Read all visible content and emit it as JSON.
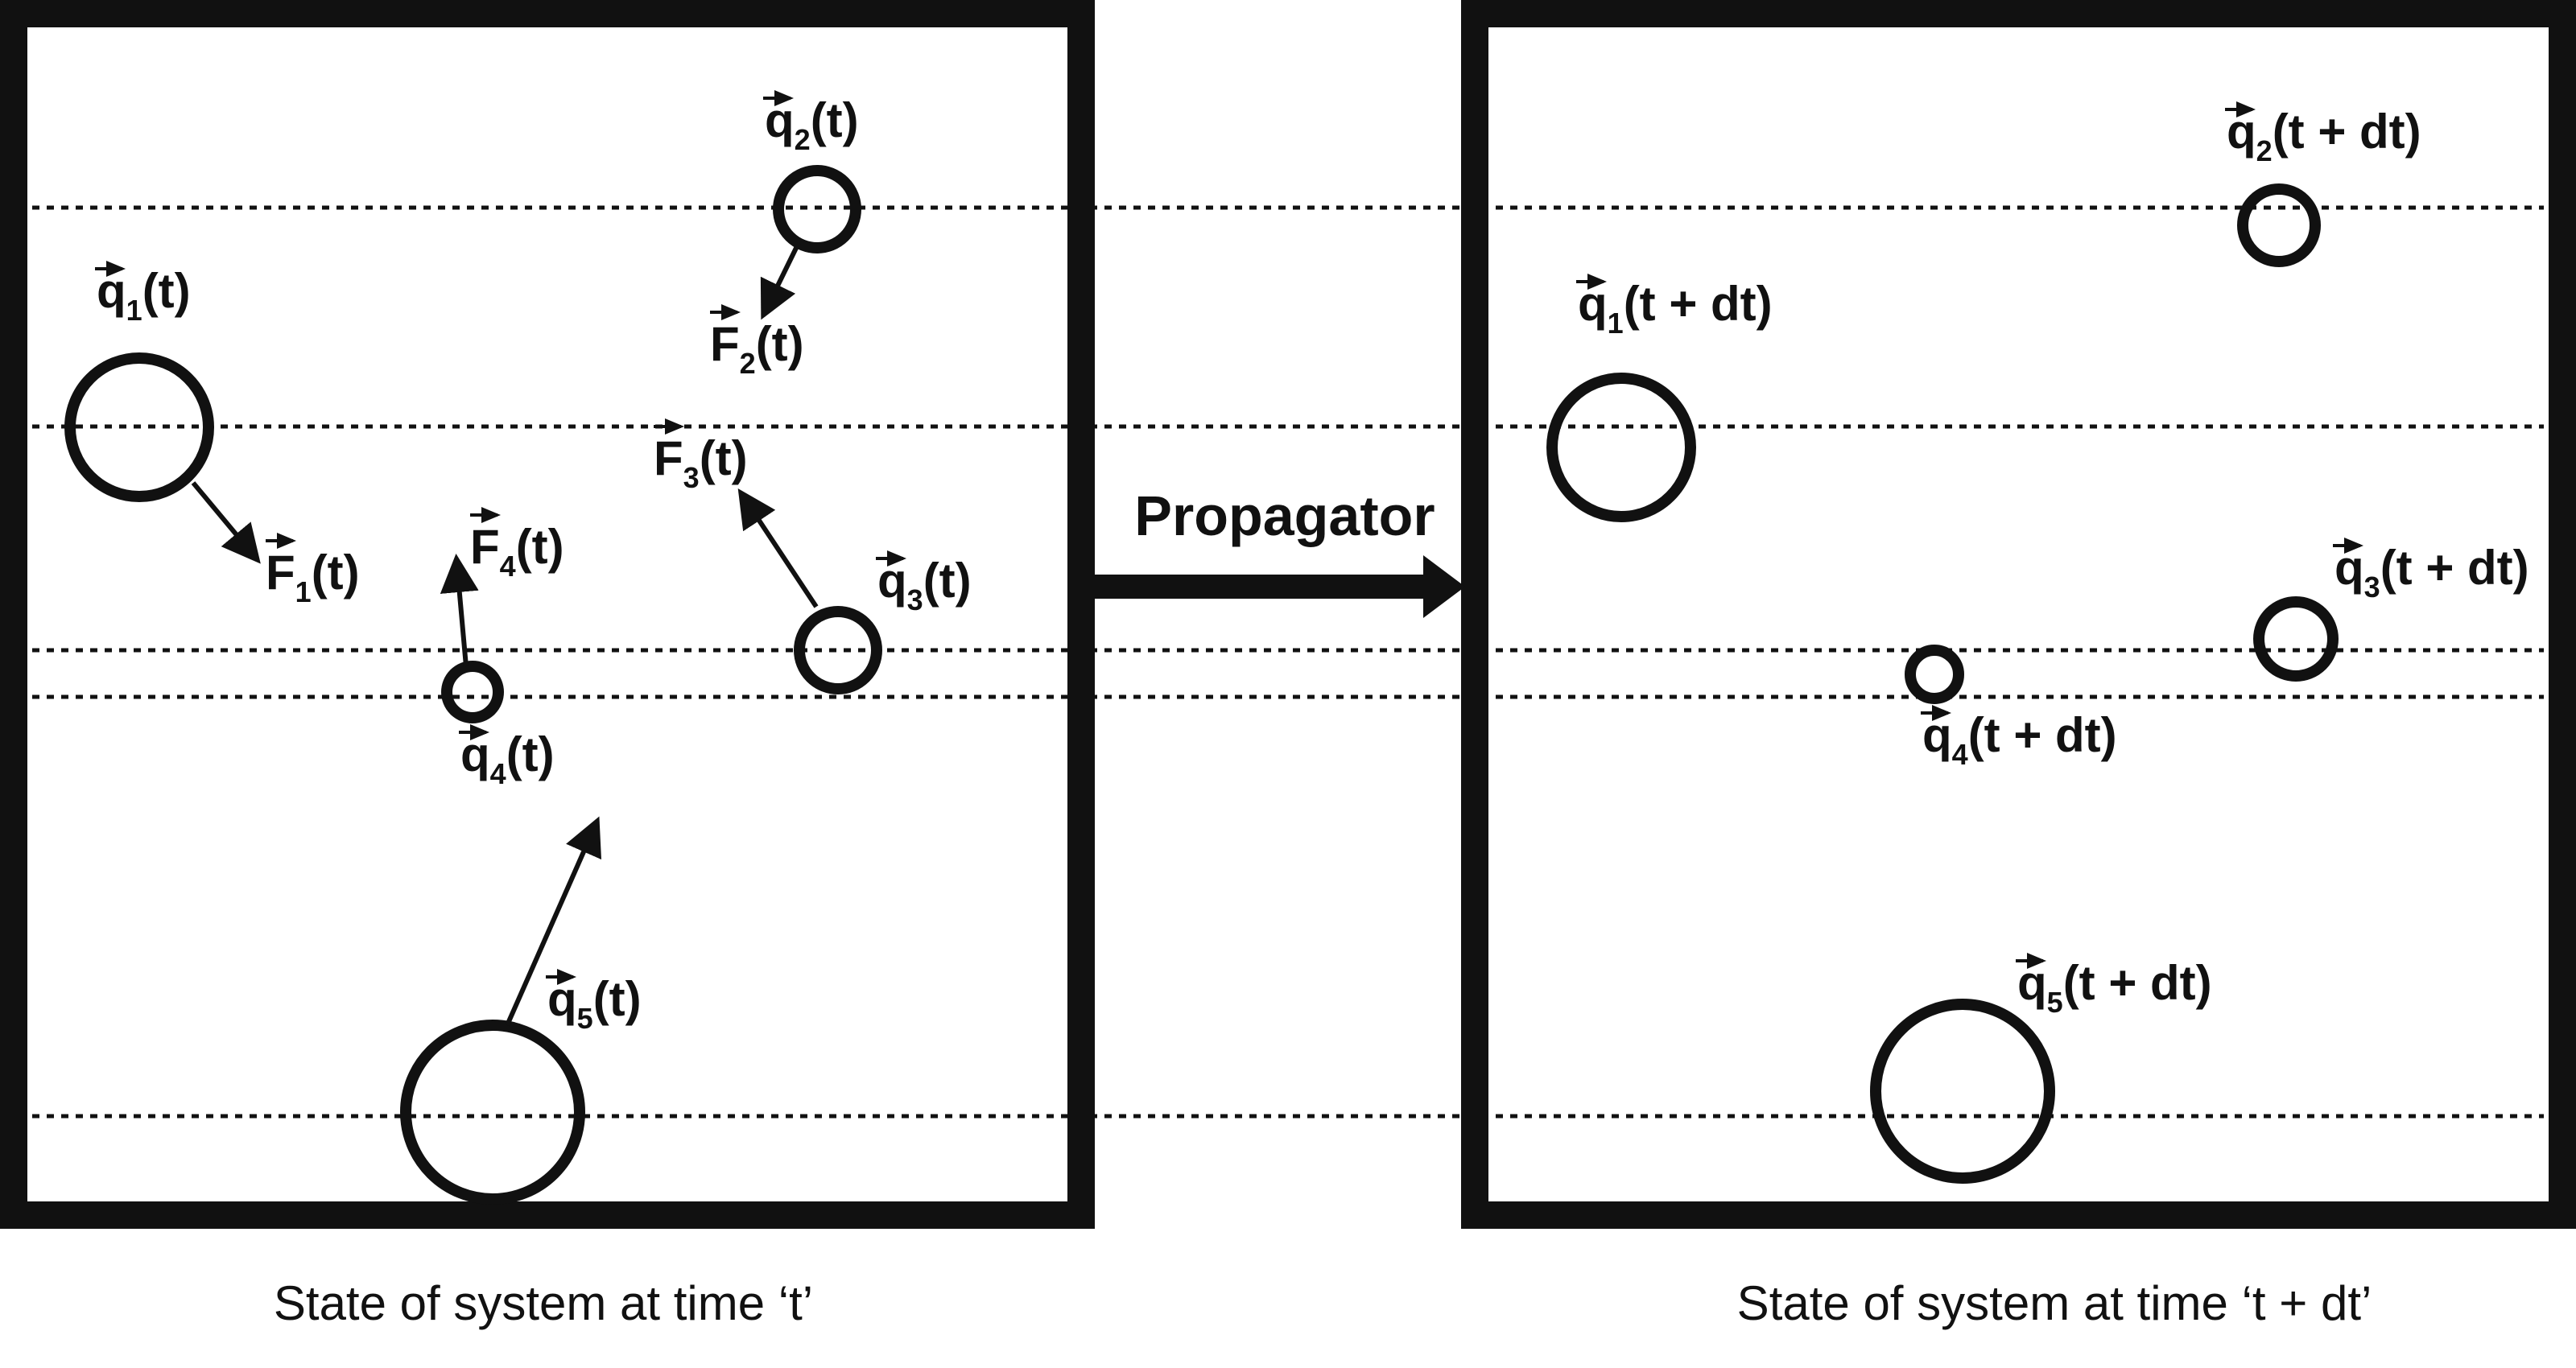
{
  "left_panel": {
    "caption": "State of system at time ‘t’",
    "particles": [
      {
        "symbol": "q",
        "index": "1",
        "arg": "(t)",
        "force": {
          "symbol": "F",
          "index": "1",
          "arg": "(t)"
        }
      },
      {
        "symbol": "q",
        "index": "2",
        "arg": "(t)",
        "force": {
          "symbol": "F",
          "index": "2",
          "arg": "(t)"
        }
      },
      {
        "symbol": "q",
        "index": "3",
        "arg": "(t)",
        "force": {
          "symbol": "F",
          "index": "3",
          "arg": "(t)"
        }
      },
      {
        "symbol": "q",
        "index": "4",
        "arg": "(t)",
        "force": {
          "symbol": "F",
          "index": "4",
          "arg": "(t)"
        }
      },
      {
        "symbol": "q",
        "index": "5",
        "arg": "(t)"
      }
    ]
  },
  "propagator": {
    "label": "Propagator"
  },
  "right_panel": {
    "caption": "State of system at time ‘t + dt’",
    "particles": [
      {
        "symbol": "q",
        "index": "1",
        "arg": "(t + dt)"
      },
      {
        "symbol": "q",
        "index": "2",
        "arg": "(t + dt)"
      },
      {
        "symbol": "q",
        "index": "3",
        "arg": "(t + dt)"
      },
      {
        "symbol": "q",
        "index": "4",
        "arg": "(t + dt)"
      },
      {
        "symbol": "q",
        "index": "5",
        "arg": "(t + dt)"
      }
    ]
  },
  "colors": {
    "ink": "#111111",
    "background": "#ffffff"
  }
}
